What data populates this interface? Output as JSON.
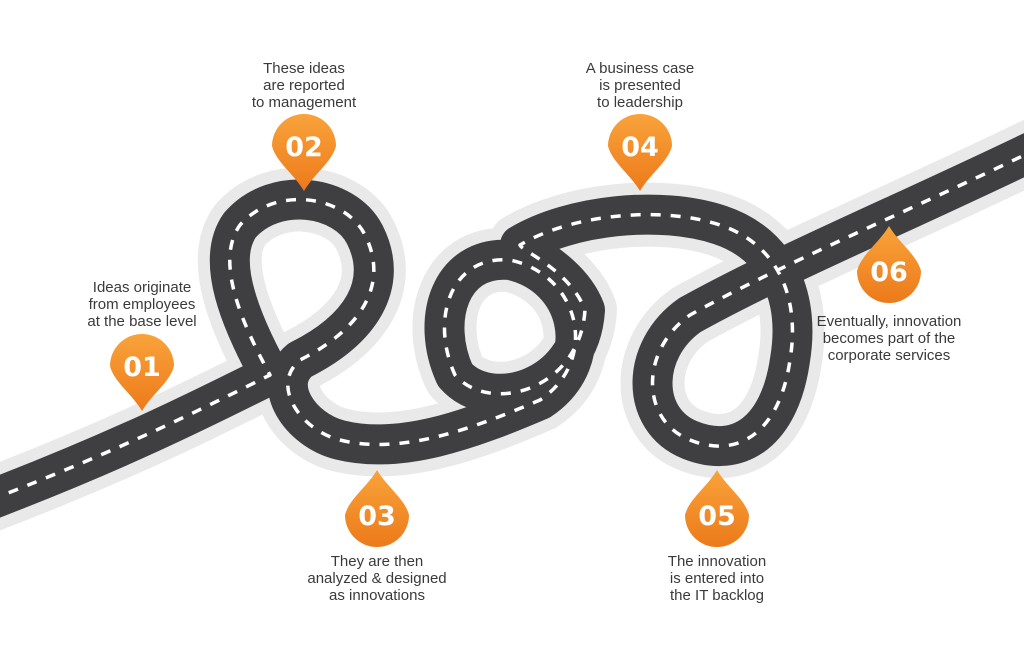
{
  "colors": {
    "road": "#3f3f41",
    "road_shoulder": "#e9e9e9",
    "lane_marking": "#ffffff",
    "pin_top": "#f9a33b",
    "pin_bottom": "#ec7a1a",
    "caption_text": "#3a3a3a"
  },
  "steps": [
    {
      "number": "01",
      "caption": [
        "Ideas originate",
        "from employees",
        "at the base level"
      ]
    },
    {
      "number": "02",
      "caption": [
        "These ideas",
        "are reported",
        "to management"
      ]
    },
    {
      "number": "03",
      "caption": [
        "They are then",
        "analyzed & designed",
        "as innovations"
      ]
    },
    {
      "number": "04",
      "caption": [
        "A business case",
        "is presented",
        "to leadership"
      ]
    },
    {
      "number": "05",
      "caption": [
        "The innovation",
        "is entered into",
        "the IT backlog"
      ]
    },
    {
      "number": "06",
      "caption": [
        "Eventually, innovation",
        "becomes part of the",
        "corporate services"
      ]
    }
  ]
}
